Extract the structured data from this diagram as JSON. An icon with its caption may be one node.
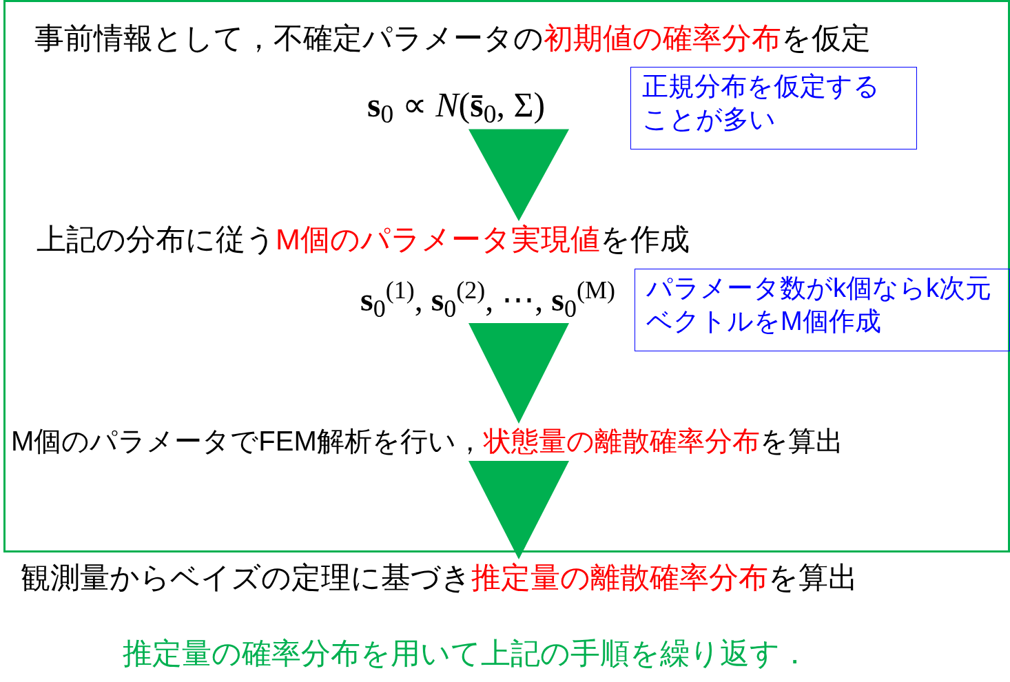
{
  "diagram": {
    "nodes": [
      {
        "text": [],
        "shape": "box"
      },
      {
        "text": [
          "事前情報として，不確定パラメータの**初期値の確率分布**を仮定"
        ],
        "in": 0
      },
      {
        "text": [
          "**s**$_{0}$ ∝ *N*(**s̄**$_{0}$, Σ)"
        ],
        "in": 0
      },
      {
        "text": [
          "正規分布を仮定することが多い"
        ],
        "in": 0
      },
      {
        "text": [
          "上記の分布に従う**M個のパラメータ実現値**を作成"
        ],
        "in": 0
      },
      {
        "text": [
          "**s**$_{0}$$^{(1)}$, **s**$_{0}$$^{(2)}$, ⋯, **s**$_{0}$$^{(M)}$"
        ],
        "in": 0
      },
      {
        "text": [
          "パラメータ数がk個ならk次元ベクトルをM個作成"
        ],
        "in": 0
      },
      {
        "text": [
          "M個のパラメータでFEM解析を行い，**状態量の離散確率分布**を算出"
        ],
        "in": 0
      },
      {
        "text": [
          "観測量からベイズの定理に基づき**推定量の離散確率分布**を算出"
        ]
      }
    ],
    "edges": [
      {
        "from": 2,
        "to": 4,
        "arrow": "to"
      },
      {
        "from": 5,
        "to": 7,
        "arrow": "to"
      },
      {
        "from": 7,
        "to": 8,
        "arrow": "to"
      }
    ],
    "labels": [
      "推定量の確率分布を用いて上記の手順を繰り返す．"
    ]
  }
}
